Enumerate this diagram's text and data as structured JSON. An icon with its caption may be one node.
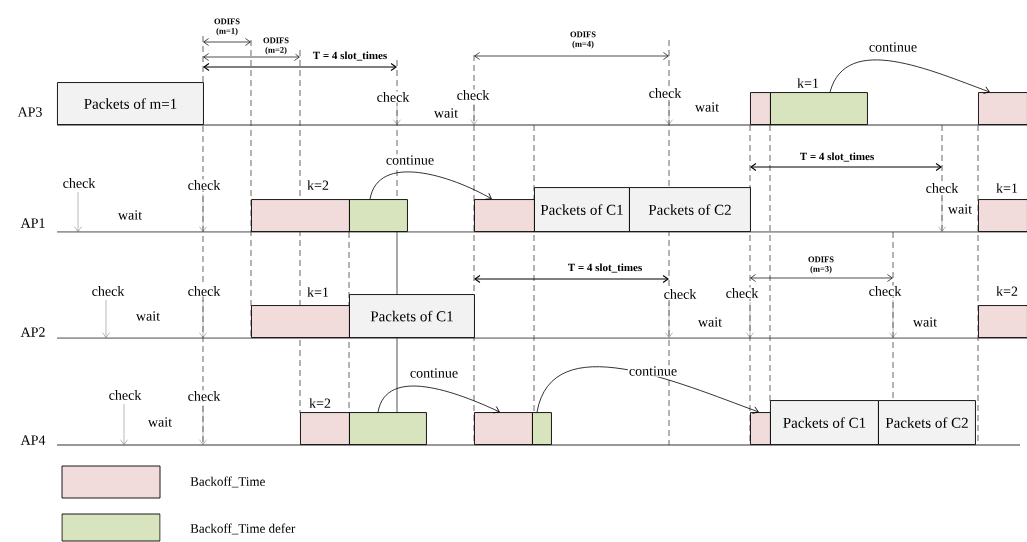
{
  "diagram": {
    "nodes": [
      {
        "text": [
          "Packets of m=1"
        ]
      },
      {
        "text": [],
        "shape": "box"
      },
      {
        "text": [],
        "shape": "box"
      },
      {
        "text": [],
        "shape": "box"
      },
      {
        "text": [],
        "shape": "box"
      },
      {
        "text": [],
        "shape": "box"
      },
      {
        "text": [],
        "shape": "box"
      },
      {
        "text": [
          "Packets of C1"
        ]
      },
      {
        "text": [
          "Packets of C2"
        ]
      },
      {
        "text": [],
        "shape": "box"
      },
      {
        "text": [],
        "shape": "box"
      },
      {
        "text": [
          "Packets of C1"
        ]
      },
      {
        "text": [],
        "shape": "box"
      },
      {
        "text": [],
        "shape": "box"
      },
      {
        "text": [],
        "shape": "box"
      },
      {
        "text": [],
        "shape": "box"
      },
      {
        "text": [],
        "shape": "box"
      },
      {
        "text": [],
        "shape": "box"
      },
      {
        "text": [
          "Packets of C1"
        ]
      },
      {
        "text": [
          "Packets of C2"
        ]
      }
    ],
    "edges": [
      {
        "from": 2,
        "to": 3,
        "arrow": "to",
        "label": "continue"
      },
      {
        "from": 5,
        "to": 6,
        "arrow": "to",
        "label": "continue"
      },
      {
        "from": 14,
        "to": 15,
        "arrow": "to",
        "label": "continue"
      },
      {
        "from": 16,
        "to": 17,
        "arrow": "to",
        "label": "continue"
      }
    ],
    "labels": [
      "ODIFS (m=1)",
      "ODIFS (m=2)",
      "T = 4 slot_times",
      "ODIFS (m=4)",
      "AP3",
      "check",
      "check",
      "wait",
      "check",
      "wait",
      "k=1",
      "T = 4 slot_times",
      "check",
      "check",
      "k=2",
      "wait",
      "check",
      "k=1",
      "wait",
      "AP1",
      "T = 4 slot_times",
      "ODIFS (m=3)",
      "check",
      "check",
      "k=1",
      "check",
      "check",
      "check",
      "k=2",
      "wait",
      "wait",
      "wait",
      "AP2",
      "check",
      "check",
      "k=2",
      "wait",
      "AP4"
    ],
    "legend": [
      {
        "text": "Backoff_Time",
        "color": "#f2dcdb"
      },
      {
        "text": "Backoff_Time defer",
        "color": "#d7e4bd"
      }
    ]
  }
}
